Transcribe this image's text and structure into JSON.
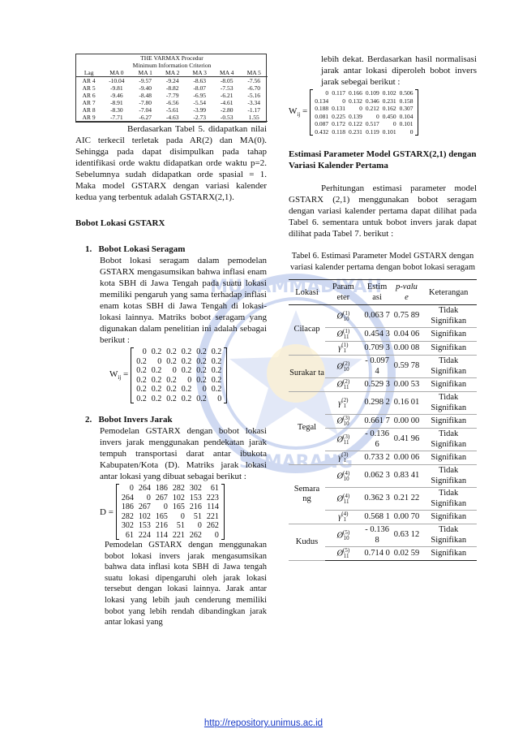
{
  "varmax_table": {
    "title": "THE VARMAX Procedur",
    "subtitle": "Minimum Information Criterion",
    "headers": [
      "Lag",
      "MA 0",
      "MA 1",
      "MA 2",
      "MA 3",
      "MA 4",
      "MA 5"
    ],
    "rows": [
      [
        "AR 4",
        "-10.04",
        "-9.57",
        "-9.24",
        "-8.63",
        "-8.05",
        "-7.56"
      ],
      [
        "AR 5",
        "-9.81",
        "-9.40",
        "-8.82",
        "-8.07",
        "-7.53",
        "-6.70"
      ],
      [
        "AR 6",
        "-9.46",
        "-8.48",
        "-7.79",
        "-6.95",
        "-6.21",
        "-5.16"
      ],
      [
        "AR 7",
        "-8.91",
        "-7.80",
        "-6.56",
        "-5.54",
        "-4.61",
        "-3.34"
      ],
      [
        "AR 8",
        "-8.30",
        "-7.04",
        "-5.61",
        "-3.99",
        "-2.80",
        "-1.17"
      ],
      [
        "AR 9",
        "-7.71",
        "-6.27",
        "-4.63",
        "-2.73",
        "-0.53",
        "1.55"
      ]
    ]
  },
  "left": {
    "para1": "Berdasarkan Tabel 5. didapatkan nilai AIC terkecil terletak pada AR(2) dan MA(0). Sehingga pada dapat disimpulkan pada tahap identifikasi orde waktu didapatkan orde waktu p=2. Sebelumnya sudah didapatkan orde spasial = 1. Maka model GSTARX dengan variasi kalender kedua yang terbentuk adalah GSTARX(2,1).",
    "section": "Bobot Lokasi GSTARX",
    "item1_title": "1.   Bobot Lokasi Seragam",
    "item1_text": "Bobot lokasi seragam dalam pemodelan GSTARX mengasumsikan bahwa inflasi enam kota SBH di Jawa Tengah pada suatu lokasi memiliki pengaruh yang sama terhadap inflasi enam kotas SBH di Jawa Tengah di lokasi-lokasi lainnya. Matriks bobot seragam yang digunakan dalam penelitian ini adalah sebagai berikut :",
    "w_label": "W",
    "w_sub": "ij",
    "w_eq": " =",
    "w_matrix": [
      [
        "0",
        "0.2",
        "0.2",
        "0.2",
        "0.2",
        "0.2"
      ],
      [
        "0.2",
        "0",
        "0.2",
        "0.2",
        "0.2",
        "0.2"
      ],
      [
        "0.2",
        "0.2",
        "0",
        "0.2",
        "0.2",
        "0.2"
      ],
      [
        "0.2",
        "0.2",
        "0.2",
        "0",
        "0.2",
        "0.2"
      ],
      [
        "0.2",
        "0.2",
        "0.2",
        "0.2",
        "0",
        "0.2"
      ],
      [
        "0.2",
        "0.2",
        "0.2",
        "0.2",
        "0.2",
        "0"
      ]
    ],
    "item2_title": "2.   Bobot Invers Jarak",
    "item2_text": "Pemodelan GSTARX dengan bobot lokasi invers jarak menggunakan pendekatan jarak tempuh transportasi darat antar ibukota Kabupaten/Kota (D). Matriks jarak lokasi antar lokasi yang dibuat sebagai berikut :",
    "d_label": "D =",
    "d_matrix": [
      [
        "0",
        "264",
        "186",
        "282",
        "302",
        "61"
      ],
      [
        "264",
        "0",
        "267",
        "102",
        "153",
        "223"
      ],
      [
        "186",
        "267",
        "0",
        "165",
        "216",
        "114"
      ],
      [
        "282",
        "102",
        "165",
        "0",
        "51",
        "221"
      ],
      [
        "302",
        "153",
        "216",
        "51",
        "0",
        "262"
      ],
      [
        "61",
        "224",
        "114",
        "221",
        "262",
        "0"
      ]
    ],
    "item2_after": "Pemodelan GSTARX dengan menggunakan bobot lokasi invers jarak mengasumsikan bahwa data inflasi kota SBH di Jawa tengah suatu lokasi dipengaruhi oleh jarak lokasi tersebut dengan lokasi lainnya. Jarak antar lokasi yang lebih jauh cenderung memiliki bobot yang lebih rendah dibandingkan jarak antar lokasi yang"
  },
  "right": {
    "para_cont": "lebih dekat. Berdasarkan hasil normalisasi jarak antar lokasi diperoleh bobot invers jarak sebegai berikut :",
    "w2_label": "W",
    "w2_sub": "ij",
    "w2_eq": " =",
    "w2_matrix": [
      [
        "0",
        "0.117",
        "0.166",
        "0.109",
        "0.102",
        "0.506"
      ],
      [
        "0.134",
        "0",
        "0.132",
        "0.346",
        "0.231",
        "0.158"
      ],
      [
        "0.188",
        "0.131",
        "0",
        "0.212",
        "0.162",
        "0.307"
      ],
      [
        "0.081",
        "0.225",
        "0.139",
        "0",
        "0.450",
        "0.104"
      ],
      [
        "0.087",
        "0.172",
        "0.122",
        "0.517",
        "0",
        "0.101"
      ],
      [
        "0.432",
        "0.118",
        "0.231",
        "0.119",
        "0.101",
        "0"
      ]
    ],
    "section": "Estimasi Parameter Model GSTARX(2,1) dengan Variasi Kalender Pertama",
    "para": "Perhitungan estimasi parameter model GSTARX (2,1) menggunakan bobot seragam dengan variasi kalender pertama dapat dilihat pada Tabel 6. sementara untuk bobot invers jarak dapat dilihat pada Tabel 7. berikut :",
    "table_caption": "Tabel 6. Estimasi Parameter Model GSTARX dengan variasi kalender pertama dengan bobot lokasi seragam",
    "headers": [
      "Lokasi",
      "Param eter",
      "Estim asi",
      "p-valu e",
      "Keterangan"
    ],
    "rows": [
      {
        "lokasi": "Cilacap",
        "span": 3,
        "sym": "Ø",
        "sup": "(1)",
        "sub": "10",
        "est": "0.063 7",
        "p": "0.75 89",
        "ket": "Tidak Signifikan"
      },
      {
        "sym": "Ø",
        "sup": "(1)",
        "sub": "11",
        "est": "0.454 3",
        "p": "0.04 06",
        "ket": "Signifikan"
      },
      {
        "sym": "γ",
        "sup": "(1)",
        "sub": "1",
        "est": "0.709 3",
        "p": "0.00 08",
        "ket": "Signifikan"
      },
      {
        "lokasi": "Surakar ta",
        "span": 2,
        "sym": "Ø",
        "sup": "(2)",
        "sub": "10",
        "est": "- 0.097 4",
        "p": "0.59 78",
        "ket": "Tidak Signifikan"
      },
      {
        "sym": "Ø",
        "sup": "(2)",
        "sub": "11",
        "est": "0.529 3",
        "p": "0.00 53",
        "ket": "Signifikan"
      },
      {
        "lokasi": "Tegal",
        "span": 4,
        "sym": "γ",
        "sup": "(2)",
        "sub": "1",
        "est": "0.298 2",
        "p": "0.16 01",
        "ket": "Tidak Signifikan"
      },
      {
        "sym": "Ø",
        "sup": "(3)",
        "sub": "10",
        "est": "0.661 7",
        "p": "0.00 00",
        "ket": "Signifikan"
      },
      {
        "sym": "Ø",
        "sup": "(3)",
        "sub": "11",
        "est": "- 0.136 6",
        "p": "0.41 96",
        "ket": "Tidak Signifikan"
      },
      {
        "sym": "γ",
        "sup": "(3)",
        "sub": "1",
        "est": "0.733 2",
        "p": "0.00 06",
        "ket": "Signifikan"
      },
      {
        "lokasi": "Semara ng",
        "span": 3,
        "sym": "Ø",
        "sup": "(4)",
        "sub": "10",
        "est": "0.062 3",
        "p": "0.83 41",
        "ket": "Tidak Signifikan"
      },
      {
        "sym": "Ø",
        "sup": "(4)",
        "sub": "11",
        "est": "0.362 3",
        "p": "0.21 22",
        "ket": "Tidak Signifikan"
      },
      {
        "sym": "γ",
        "sup": "(4)",
        "sub": "1",
        "est": "0.568 1",
        "p": "0.00 70",
        "ket": "Signifikan"
      },
      {
        "lokasi": "Kudus",
        "span": 2,
        "sym": "Ø",
        "sup": "(5)",
        "sub": "10",
        "est": "- 0.136 8",
        "p": "0.63 12",
        "ket": "Tidak Signifikan"
      },
      {
        "sym": "Ø",
        "sup": "(5)",
        "sub": "11",
        "est": "0.714 0",
        "p": "0.02 59",
        "ket": "Signifikan"
      }
    ]
  },
  "footer": "http://repository.unimus.ac.id"
}
